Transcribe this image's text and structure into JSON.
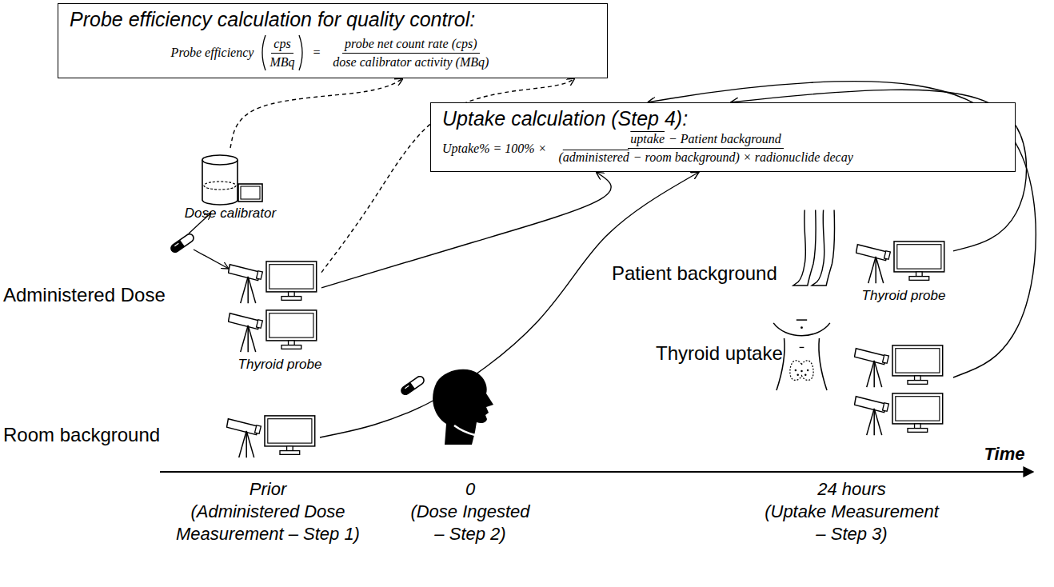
{
  "diagram": {
    "nodes": [
      {
        "text": [
          "Probe efficiency calculation for quality control:",
          "Probe efficiency",
          "cps",
          "MBq",
          "=",
          "probe net count rate (cps)",
          "dose calibrator activity (MBq)"
        ]
      },
      {
        "text": [
          "Uptake calculation (Step 4):",
          "Uptake% = 100% ×",
          "uptake",
          "− Patient background",
          "(",
          "administered",
          "− room background) × radionuclide decay"
        ]
      },
      {
        "text": [
          "Dose calibrator"
        ]
      },
      {
        "text": [
          "Administered Dose"
        ]
      },
      {
        "text": [
          "Room background"
        ]
      },
      {
        "text": [
          "Patient background"
        ]
      },
      {
        "text": [
          "Thyroid uptake"
        ]
      }
    ],
    "edges": [
      {
        "from": 2,
        "to": 0,
        "arrow": "to"
      },
      {
        "from": 3,
        "to": 0,
        "arrow": "to"
      },
      {
        "from": 3,
        "to": 1,
        "arrow": "to"
      },
      {
        "from": 4,
        "to": 1,
        "arrow": "to"
      },
      {
        "from": 5,
        "to": 1,
        "arrow": "to"
      },
      {
        "from": 6,
        "to": 1,
        "arrow": "to"
      }
    ],
    "labels": [
      "Thyroid probe",
      "Thyroid probe",
      "Prior",
      "(Administered Dose Measurement – Step 1)",
      "0",
      "(Dose Ingested – Step 2)",
      "24 hours",
      "(Uptake Measurement – Step 3)",
      "Time"
    ]
  }
}
